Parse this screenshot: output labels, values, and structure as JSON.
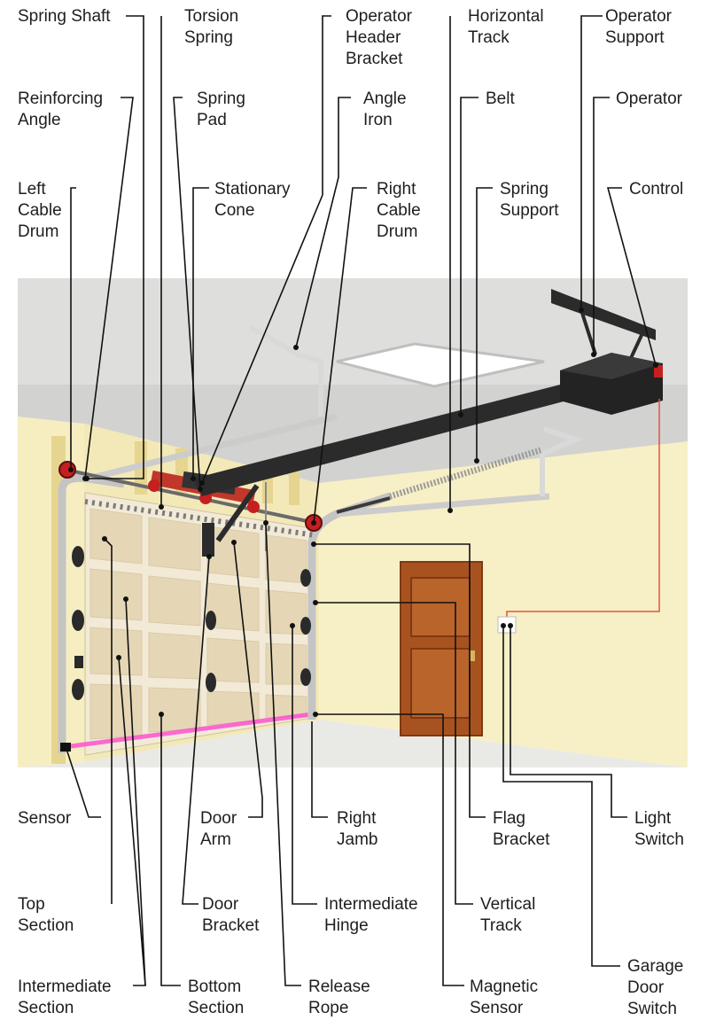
{
  "diagram": {
    "labels": {
      "spring_shaft": [
        "Spring Shaft"
      ],
      "torsion_spring": [
        "Torsion",
        "Spring"
      ],
      "operator_header_bracket": [
        "Operator",
        "Header",
        "Bracket"
      ],
      "horizontal_track": [
        "Horizontal",
        "Track"
      ],
      "operator_support": [
        "Operator",
        "Support"
      ],
      "reinforcing_angle": [
        "Reinforcing",
        "Angle"
      ],
      "spring_pad": [
        "Spring",
        "Pad"
      ],
      "angle_iron": [
        "Angle",
        "Iron"
      ],
      "belt": [
        "Belt"
      ],
      "operator": [
        "Operator"
      ],
      "left_cable_drum": [
        "Left",
        "Cable",
        "Drum"
      ],
      "stationary_cone": [
        "Stationary",
        "Cone"
      ],
      "right_cable_drum": [
        "Right",
        "Cable",
        "Drum"
      ],
      "spring_support": [
        "Spring",
        "Support"
      ],
      "control": [
        "Control"
      ],
      "sensor": [
        "Sensor"
      ],
      "door_arm": [
        "Door",
        "Arm"
      ],
      "right_jamb": [
        "Right",
        "Jamb"
      ],
      "flag_bracket": [
        "Flag",
        "Bracket"
      ],
      "light_switch": [
        "Light",
        "Switch"
      ],
      "top_section": [
        "Top",
        "Section"
      ],
      "door_bracket": [
        "Door",
        "Bracket"
      ],
      "intermediate_hinge": [
        "Intermediate",
        "Hinge"
      ],
      "vertical_track": [
        "Vertical",
        "Track"
      ],
      "garage_door_switch": [
        "Garage",
        "Door",
        "Switch"
      ],
      "intermediate_section": [
        "Intermediate",
        "Section"
      ],
      "bottom_section": [
        "Bottom",
        "Section"
      ],
      "release_rope": [
        "Release",
        "Rope"
      ],
      "magnetic_sensor": [
        "Magnetic",
        "Sensor"
      ]
    },
    "colors": {
      "wall": "#f6eec1",
      "ceiling": "#dededd",
      "floor": "#eaeae8",
      "door_panel": "#f2ead6",
      "track": "#c9c9c9",
      "rail": "#2b2b2b",
      "drum_red": "#c61f1f",
      "wood_door": "#a8531f",
      "laser": "#ff3fcf",
      "wire": "#e0563a"
    }
  }
}
